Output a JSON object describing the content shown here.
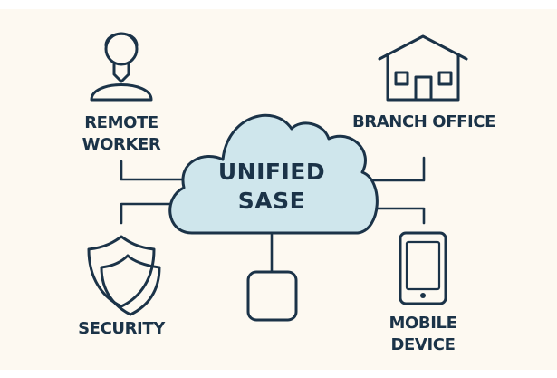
{
  "diagram": {
    "center": {
      "icon": "cloud-icon",
      "line1": "UNIFIED",
      "line2": "SASE"
    },
    "nodes": {
      "remote_worker": {
        "icon": "person-icon",
        "line1": "REMOTE",
        "line2": "WORKER"
      },
      "branch_office": {
        "icon": "house-icon",
        "label": "BRANCH OFFICE"
      },
      "security": {
        "icon": "shield-icon",
        "label": "SECURITY"
      },
      "unlabeled_device": {
        "icon": "rounded-square-icon"
      },
      "mobile_device": {
        "icon": "smartphone-icon",
        "line1": "MOBILE",
        "line2": "DEVICE"
      }
    },
    "colors": {
      "background": "#fdf9f1",
      "cloud_fill": "#cfe6ec",
      "stroke": "#1b3348"
    }
  }
}
